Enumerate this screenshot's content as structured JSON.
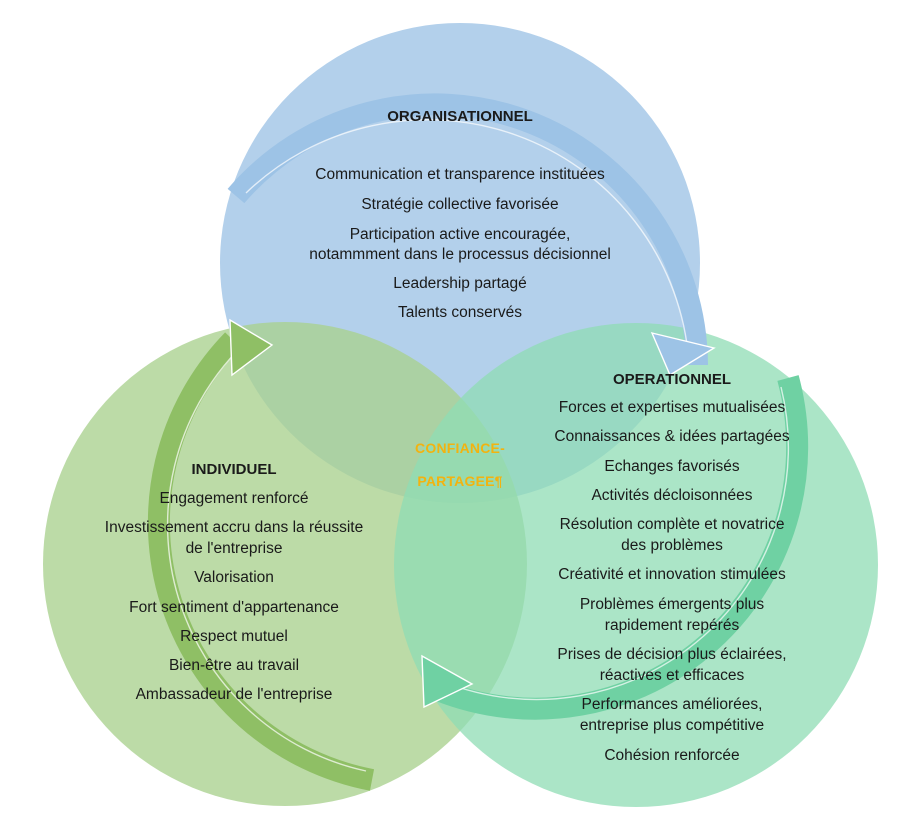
{
  "colors": {
    "organisationnel": "#9dc3e6",
    "individuel": "#a9d18e",
    "operationnel": "#8fdcb4",
    "center_label": "#f2b310"
  },
  "organisationnel": {
    "title": "ORGANISATIONNEL",
    "items": [
      "Communication et transparence instituées",
      "Stratégie collective favorisée",
      "Participation active encouragée,",
      "notammment dans le processus décisionnel",
      "Leadership partagé",
      "Talents conservés"
    ]
  },
  "individuel": {
    "title": "INDIVIDUEL",
    "items": [
      "Engagement renforcé",
      "Investissement accru dans la réussite",
      "de l'entreprise",
      "Valorisation",
      "Fort sentiment d'appartenance",
      "Respect mutuel",
      "Bien-être au travail",
      "Ambassadeur de l'entreprise"
    ]
  },
  "operationnel": {
    "title": "OPERATIONNEL",
    "items": [
      "Forces et expertises mutualisées",
      "Connaissances & idées partagées",
      "Echanges favorisés",
      "Activités décloisonnées",
      "Résolution complète et novatrice",
      "des problèmes",
      "Créativité et innovation stimulées",
      "Problèmes émergents plus",
      "rapidement repérés",
      "Prises de décision plus éclairées,",
      "réactives et efficaces",
      "Performances améliorées,",
      "entreprise plus compétitive",
      "Cohésion renforcée"
    ]
  },
  "center": {
    "line1": "CONFIANCE-",
    "line2": "PARTAGEE¶"
  }
}
